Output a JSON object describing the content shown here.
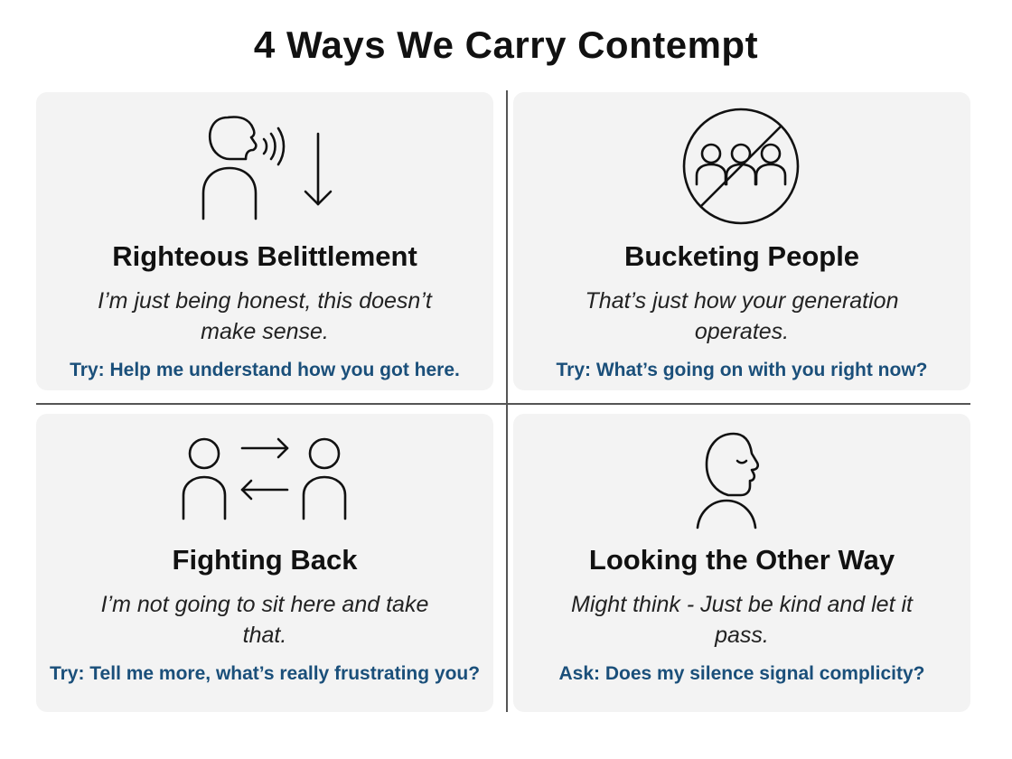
{
  "title": "4 Ways We Carry Contempt",
  "cards": [
    {
      "heading": "Righteous Belittlement",
      "quote": "I’m just being honest, this doesn’t make sense.",
      "prompt": "Try: Help me understand how you got here.",
      "icon": "speaking-down-icon"
    },
    {
      "heading": "Bucketing People",
      "quote": "That’s just how your generation operates.",
      "prompt": "Try: What’s going on with you right now?",
      "icon": "no-group-icon"
    },
    {
      "heading": "Fighting Back",
      "quote": "I’m not going to sit here and take that.",
      "prompt": "Try: Tell me more, what’s really frustrating you?",
      "icon": "exchange-arrows-icon"
    },
    {
      "heading": "Looking the Other Way",
      "quote": "Might think - Just be kind and let it pass.",
      "prompt": "Ask: Does my silence signal complicity?",
      "icon": "eyes-closed-face-icon"
    }
  ],
  "colors": {
    "accent": "#1a4f7a",
    "card_bg": "#f3f3f3",
    "text": "#111111"
  }
}
